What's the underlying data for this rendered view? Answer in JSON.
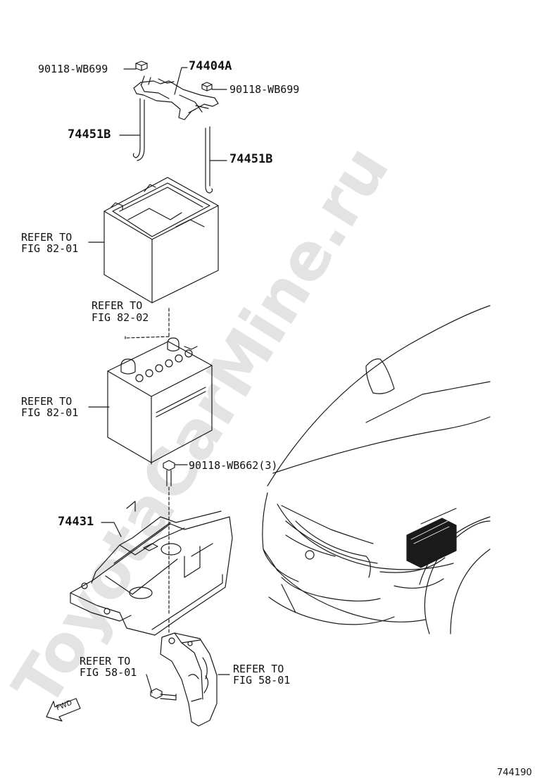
{
  "watermark": "ToyotaCarMine.ru",
  "figure_id": "744190",
  "fwd": "FWD",
  "labels": {
    "nut_left": "90118-WB699",
    "clamp": "74404A",
    "nut_right": "90118-WB699",
    "rod_left": "74451B",
    "rod_right": "74451B",
    "refer_82_01_a_1": "REFER TO",
    "refer_82_01_a_2": "FIG 82-01",
    "refer_82_02_1": "REFER TO",
    "refer_82_02_2": "FIG 82-02",
    "refer_82_01_b_1": "REFER TO",
    "refer_82_01_b_2": "FIG 82-01",
    "bolt": "90118-WB662(3)",
    "tray": "74431",
    "refer_58_01_a_1": "REFER TO",
    "refer_58_01_a_2": "FIG 58-01",
    "refer_58_01_b_1": "REFER TO",
    "refer_58_01_b_2": "FIG 58-01"
  }
}
